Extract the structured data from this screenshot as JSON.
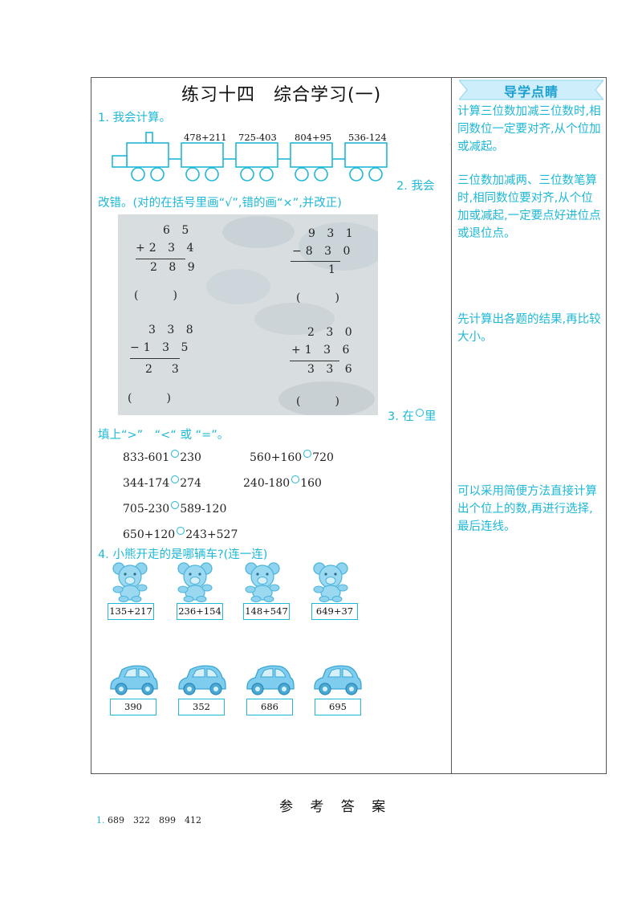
{
  "title": "练习十四　综合学习(一)",
  "q1": {
    "label": "1. 我会计算。",
    "expressions": [
      "478+211",
      "725-403",
      "804+95",
      "536-124"
    ]
  },
  "q2": {
    "label_part1": "2. 我会",
    "label_part2": "改错。(对的在括号里画“√”,错的画“×”,并改正)",
    "problems": [
      {
        "top": "6 5",
        "operator_line": "+2 3 4",
        "result": "2 8 9",
        "blank": "(　　)"
      },
      {
        "top": "9 3 1",
        "operator_line": "−8 3 0",
        "result": "1",
        "blank": "(　　)"
      },
      {
        "top": "3 3 8",
        "operator_line": "−1 3 5",
        "result": "2　3",
        "blank": "(　　)"
      },
      {
        "top": "2 3 0",
        "operator_line": "+1 3 6",
        "result": "3 3 6",
        "blank": "(　　)"
      }
    ]
  },
  "q3": {
    "label_part1": "3. 在",
    "label_part2": "里",
    "label_line2": "填上“>”　“<“ 或 “=”。",
    "items": [
      {
        "left": "833-601",
        "right": "230"
      },
      {
        "left": "560+160",
        "right": "720"
      },
      {
        "left": "344-174",
        "right": "274"
      },
      {
        "left": "240-180",
        "right": "160"
      },
      {
        "left": "705-230",
        "right": "589-120"
      },
      {
        "left": "650+120",
        "right": "243+527"
      }
    ]
  },
  "q4": {
    "label": "4. 小熊开走的是哪辆车?(连一连)",
    "bears": [
      "135+217",
      "236+154",
      "148+547",
      "649+37"
    ],
    "cars": [
      "390",
      "352",
      "686",
      "695"
    ]
  },
  "sidebar": {
    "heading": "导学点睛",
    "tips": [
      "计算三位数加减三位数时,相同数位一定要对齐,从个位加或减起。",
      "三位数加减两、三位数笔算时,相同数位要对齐,从个位加或减起,一定要点好进位点或退位点。",
      "先计算出各题的结果,再比较大小。",
      "可以采用简便方法直接计算出个位上的数,再进行选择,最后连线。"
    ]
  },
  "answers": {
    "heading": "参 考 答 案",
    "line1_num": "1.",
    "line1": "689　322　899　412"
  },
  "colors": {
    "accent": "#1fb8d6",
    "banner": "#1a9fd0",
    "photo_bg": "#d8dee0"
  }
}
